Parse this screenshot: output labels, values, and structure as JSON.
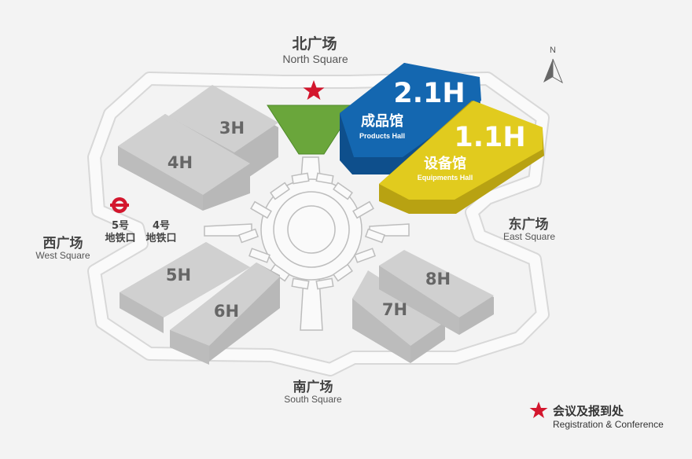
{
  "squares": {
    "north": {
      "zh": "北广场",
      "en": "North Square"
    },
    "south": {
      "zh": "南广场",
      "en": "South Square"
    },
    "west": {
      "zh": "西广场",
      "en": "West Square"
    },
    "east": {
      "zh": "东广场",
      "en": "East Square"
    }
  },
  "halls": {
    "h3": "3H",
    "h4": "4H",
    "h5": "5H",
    "h6": "6H",
    "h7": "7H",
    "h8": "8H",
    "h21": {
      "code": "2.1H",
      "zh": "成品馆",
      "en": "Products Hall"
    },
    "h11": {
      "code": "1.1H",
      "zh": "设备馆",
      "en": "Equipments Hall"
    }
  },
  "metro": {
    "line5": {
      "line": "5号",
      "station": "地铁口"
    },
    "line4": {
      "line": "4号",
      "station": "地铁口"
    }
  },
  "compass": {
    "label": "N"
  },
  "legend": {
    "zh": "会议及报到处",
    "en": "Registration & Conference"
  },
  "colors": {
    "background": "#f3f3f3",
    "hall_gray": "#d0d0d0",
    "hall_blue": "#1467b0",
    "hall_yellow": "#e1cb1e",
    "registration_green": "#6aa63b",
    "star_red": "#d3162d"
  }
}
